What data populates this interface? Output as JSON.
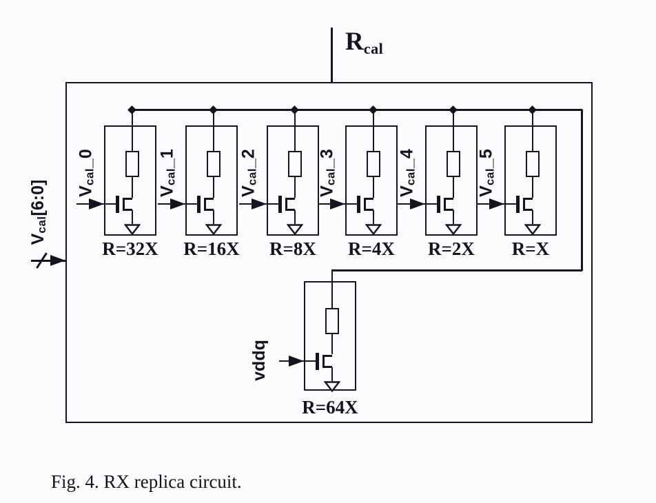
{
  "figure": {
    "top_node_label": {
      "main": "R",
      "sub": "cal"
    },
    "bus_input_label": {
      "main": "V",
      "sub": "cal",
      "suffix": "[6:0]"
    },
    "cells": [
      {
        "gate_label": {
          "main": "V",
          "sub": "cal",
          "suffix": "_0"
        },
        "resistance_label": "R=32X"
      },
      {
        "gate_label": {
          "main": "V",
          "sub": "cal",
          "suffix": "_1"
        },
        "resistance_label": "R=16X"
      },
      {
        "gate_label": {
          "main": "V",
          "sub": "cal",
          "suffix": "_2"
        },
        "resistance_label": "R=8X"
      },
      {
        "gate_label": {
          "main": "V",
          "sub": "cal",
          "suffix": "_3"
        },
        "resistance_label": "R=4X"
      },
      {
        "gate_label": {
          "main": "V",
          "sub": "cal",
          "suffix": "_4"
        },
        "resistance_label": "R=2X"
      },
      {
        "gate_label": {
          "main": "V",
          "sub": "cal",
          "suffix": "_5"
        },
        "resistance_label": "R=X"
      }
    ],
    "bottom_cell": {
      "gate_label": "vddq",
      "resistance_label": "R=64X"
    },
    "caption": "Fig. 4. RX replica circuit.",
    "colors": {
      "line": "#14141e",
      "background": "#fbfbfd"
    }
  }
}
